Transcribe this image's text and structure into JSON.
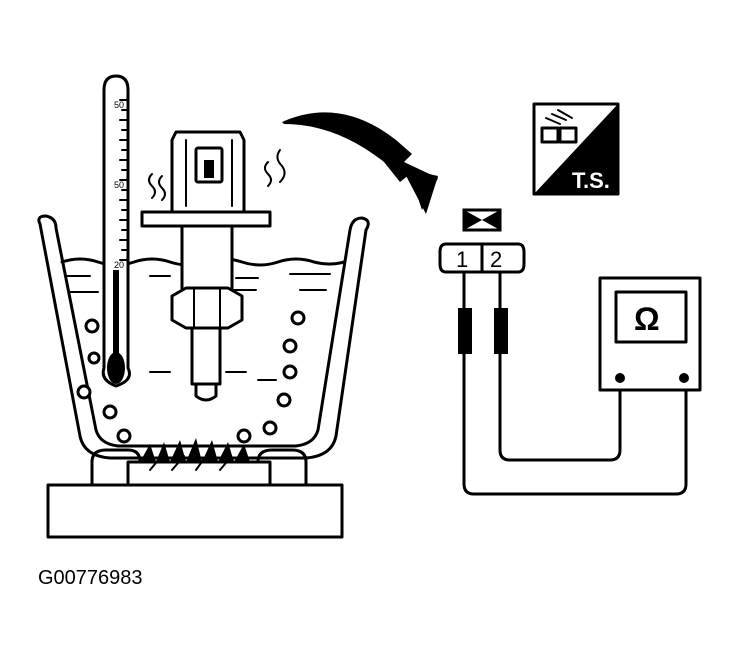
{
  "thermometer": {
    "scale_top": "50",
    "scale_mid": "50",
    "scale_low": "20"
  },
  "connector": {
    "pin1": "1",
    "pin2": "2"
  },
  "ohmmeter": {
    "symbol": "Ω"
  },
  "ts_badge": {
    "label": "T.S."
  },
  "caption": {
    "figure_id": "G00776983"
  }
}
